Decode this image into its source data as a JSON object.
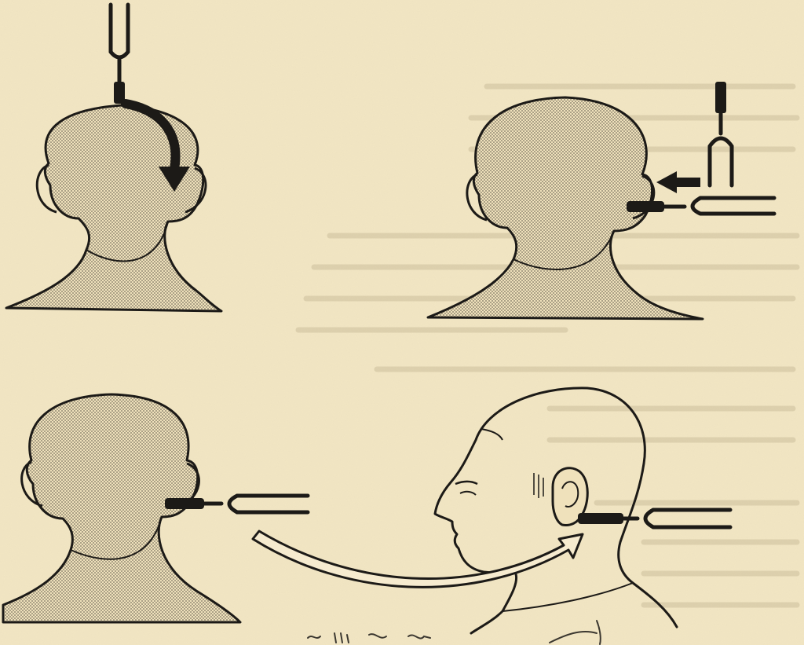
{
  "colors": {
    "paper": "#f3e7c4",
    "ink": "#1c1a17",
    "shade_dot": "#3a352c",
    "bleed_text": "#cdbf9c"
  },
  "figures": [
    {
      "id": "weber-test",
      "icons": [
        "head-back-icon",
        "tuning-fork-icon",
        "curved-arrow-icon"
      ]
    },
    {
      "id": "rinne-bone-air",
      "icons": [
        "head-back-icon",
        "tuning-fork-icon",
        "straight-arrow-icon"
      ]
    },
    {
      "id": "air-conduction",
      "icons": [
        "head-back-icon",
        "tuning-fork-icon"
      ]
    },
    {
      "id": "profile-fork",
      "icons": [
        "head-profile-icon",
        "tuning-fork-icon",
        "curved-arrow-icon"
      ]
    }
  ]
}
